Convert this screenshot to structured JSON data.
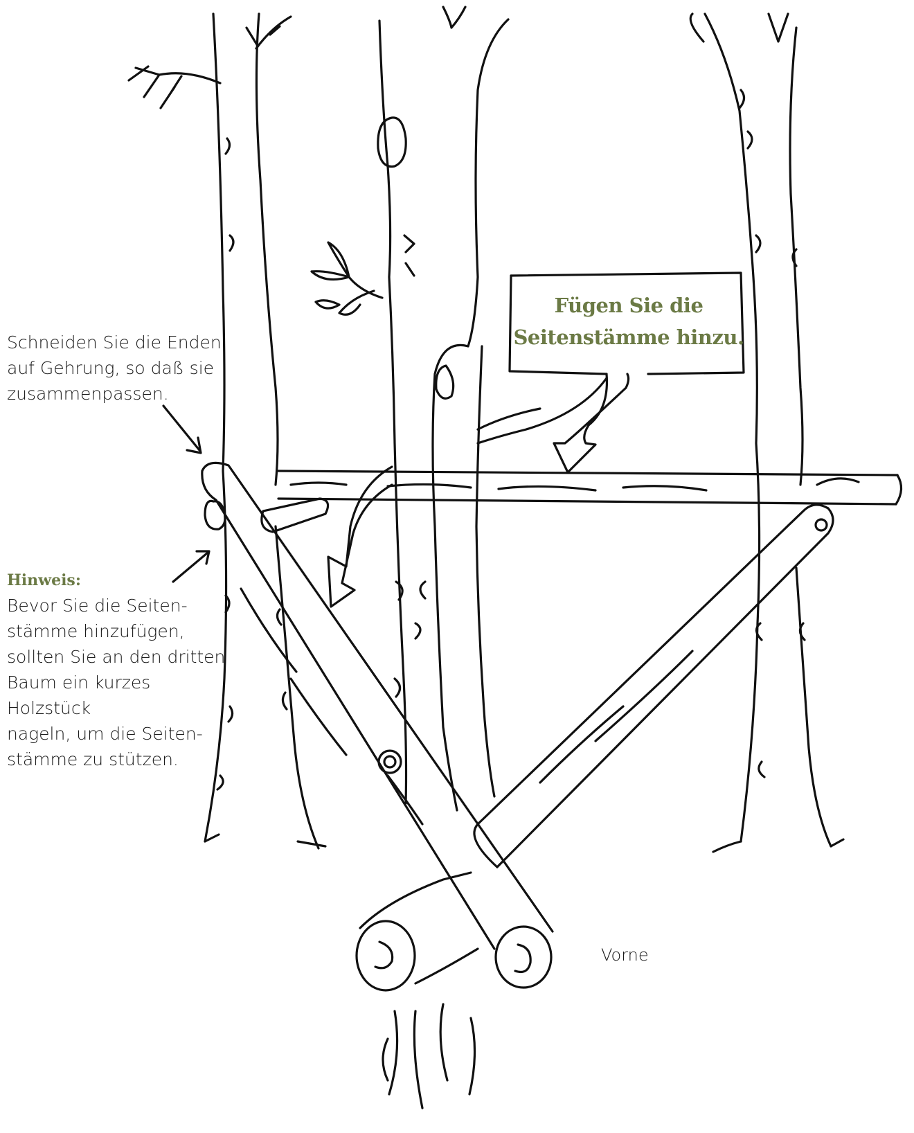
{
  "colors": {
    "ink": "#111111",
    "accent_green": "#6b7a45",
    "text": "#1a1a1a"
  },
  "callout": {
    "text": "Fügen Sie die\nSeitenstämme hinzu."
  },
  "notes": {
    "miter_cut": "Schneiden Sie die Enden\nauf Gehrung, so daß sie\nzusammenpassen.",
    "hint_title": "Hinweis:",
    "hint_body": "Bevor Sie die Seiten-\nstämme hinzufügen,\nsollten Sie an den dritten\nBaum ein kurzes Holzstück\nnageln, um die Seiten-\nstämme zu stützen."
  },
  "front_label": "Vorne"
}
